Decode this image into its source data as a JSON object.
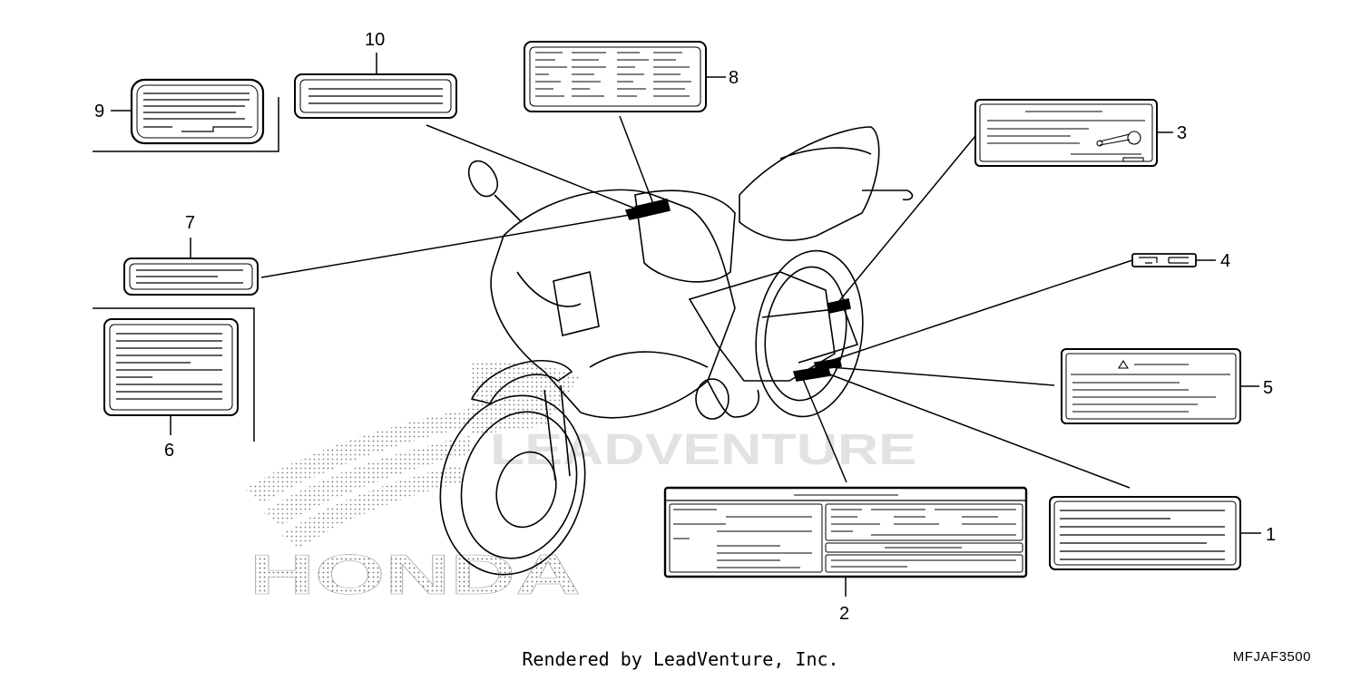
{
  "diagram": {
    "part_number_labels": [
      "1",
      "2",
      "3",
      "4",
      "5",
      "6",
      "7",
      "8",
      "9",
      "10"
    ],
    "watermark_logo_text": "HONDA",
    "watermark_text": "LEADVENTURE"
  },
  "footer": {
    "rendered_by": "Rendered by LeadVenture, Inc.",
    "diagram_code": "MFJAF3500"
  }
}
